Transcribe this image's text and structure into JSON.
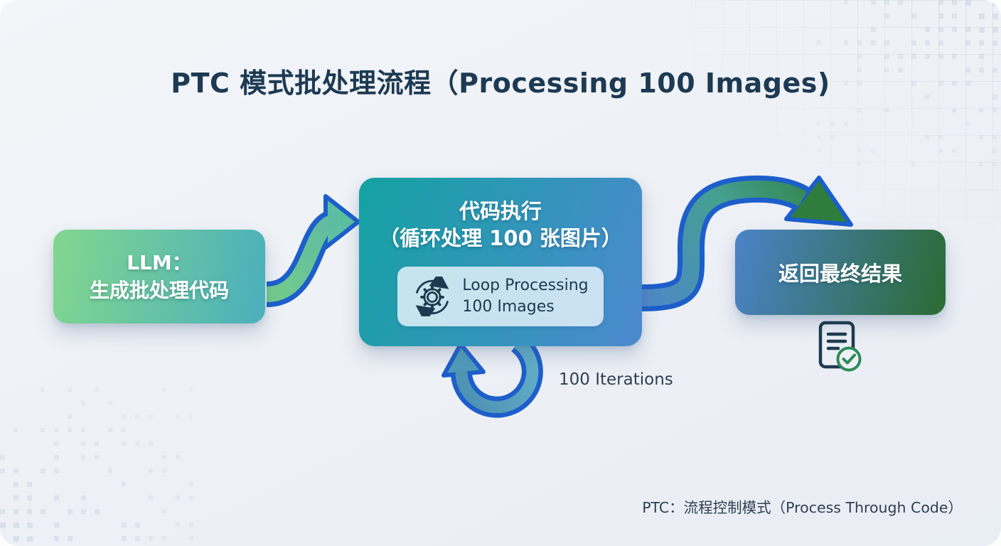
{
  "title": "PTC 模式批处理流程（Processing 100 Images)",
  "flow": {
    "llm_box": {
      "line1": "LLM：",
      "line2": "生成批处理代码"
    },
    "exec_box": {
      "line1": "代码执行",
      "line2": "（循环处理 100 张图片）",
      "badge": {
        "line1": "Loop Processing",
        "line2": "100 Images",
        "icon": "gear-sync-icon"
      }
    },
    "result_box": {
      "label": "返回最终结果",
      "icon": "document-check-icon"
    },
    "loop_label": "100 Iterations"
  },
  "footer": {
    "note": "PTC：流程控制模式（Process Through Code）"
  },
  "colors": {
    "title_text": "#1d3a52",
    "body_text": "#2e3f52",
    "llm_gradient_start": "#82d78e",
    "llm_gradient_end": "#4aafbc",
    "exec_gradient_start": "#14a2a2",
    "exec_gradient_end": "#4d89cf",
    "result_gradient_start": "#4b83c9",
    "result_gradient_end": "#2b6b32",
    "arrow_outline_blue": "#1d5ecb",
    "check_green": "#2e8b57",
    "badge_bg": "rgba(233,244,251,0.82)"
  }
}
